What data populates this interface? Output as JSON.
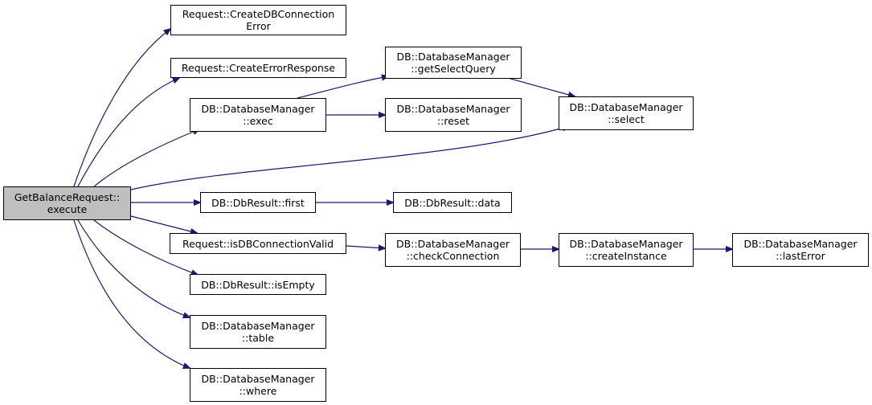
{
  "colors": {
    "edge": "#191970",
    "root_fill": "#bfbfbf",
    "node_fill": "#ffffff",
    "border": "#000000"
  },
  "nodes": {
    "root": {
      "line1": "GetBalanceRequest::",
      "line2": "execute"
    },
    "create_db_conn_err": {
      "line1": "Request::CreateDBConnection",
      "line2": "Error"
    },
    "create_err_resp": {
      "line1": "Request::CreateErrorResponse"
    },
    "dbm_exec": {
      "line1": "DB::DatabaseManager",
      "line2": "::exec"
    },
    "dbm_get_select": {
      "line1": "DB::DatabaseManager",
      "line2": "::getSelectQuery"
    },
    "dbm_reset": {
      "line1": "DB::DatabaseManager",
      "line2": "::reset"
    },
    "dbm_select": {
      "line1": "DB::DatabaseManager",
      "line2": "::select"
    },
    "dbres_first": {
      "line1": "DB::DbResult::first"
    },
    "dbres_data": {
      "line1": "DB::DbResult::data"
    },
    "req_is_valid": {
      "line1": "Request::isDBConnectionValid"
    },
    "dbm_check": {
      "line1": "DB::DatabaseManager",
      "line2": "::checkConnection"
    },
    "dbm_create": {
      "line1": "DB::DatabaseManager",
      "line2": "::createInstance"
    },
    "dbm_last_error": {
      "line1": "DB::DatabaseManager",
      "line2": "::lastError"
    },
    "dbres_is_empty": {
      "line1": "DB::DbResult::isEmpty"
    },
    "dbm_table": {
      "line1": "DB::DatabaseManager",
      "line2": "::table"
    },
    "dbm_where": {
      "line1": "DB::DatabaseManager",
      "line2": "::where"
    }
  }
}
